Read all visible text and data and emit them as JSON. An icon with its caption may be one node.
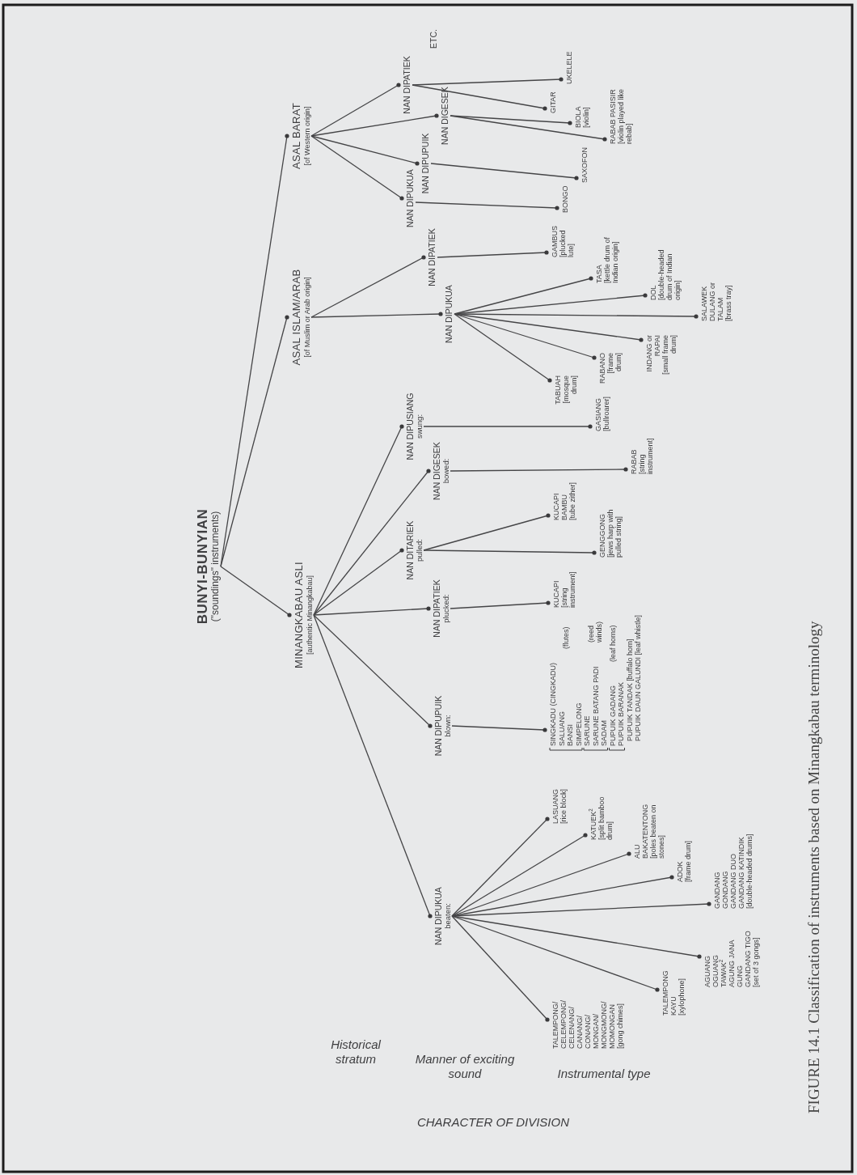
{
  "diagram": {
    "caption": "FIGURE 14.1 Classification of instruments based on Minangkabau terminology",
    "nodes": [
      {
        "text": [
          "BUNYI-BUNYIAN",
          "(\"soundings\" instruments)"
        ]
      },
      {
        "text": [
          "MINANGKABAU ASLI",
          "[authentic Minangkabau]"
        ]
      },
      {
        "text": [
          "ASAL ISLAM/ARAB",
          "[of Muslim or Arab origin]"
        ]
      },
      {
        "text": [
          "ASAL BARAT",
          "[of Western origin]"
        ]
      },
      {
        "text": [
          "NAN DIPUKUA",
          "beaten:"
        ]
      },
      {
        "text": [
          "NAN DIPUPUIK",
          "blown:"
        ]
      },
      {
        "text": [
          "NAN DIPATIEK",
          "plucked:"
        ]
      },
      {
        "text": [
          "NAN DITARIEK",
          "pulled:"
        ]
      },
      {
        "text": [
          "NAN DIGESEK",
          "bowed:"
        ]
      },
      {
        "text": [
          "NAN DIPUSIANG",
          "swung:"
        ]
      },
      {
        "text": [
          "NAN DIPUKUA"
        ]
      },
      {
        "text": [
          "NAN DIPATIEK"
        ]
      },
      {
        "text": [
          "NAN DIPUKUA"
        ]
      },
      {
        "text": [
          "NAN DIPUPUIK"
        ]
      },
      {
        "text": [
          "NAN DIGESEK"
        ]
      },
      {
        "text": [
          "NAN DIPATIEK"
        ]
      },
      {
        "text": [
          "TALEMPONG/ CELEMPONG/ CELENANG/ CANANG/ CONANG/ MONGAN/ MONGMONG/ MOMONGAN",
          "[gong chimes]"
        ]
      },
      {
        "text": [
          "TALEMPONG KAYU",
          "[xylophone]"
        ]
      },
      {
        "text": [
          "AGUANG",
          "OGUANG",
          "TAWAK$^{2}$",
          "AGUNG JANA",
          "GUNG",
          "GANDANG TIGO",
          "[set of 3 gongs]"
        ]
      },
      {
        "text": [
          "GANDANG",
          "GONDANG",
          "GANDANG DUO",
          "GANDANG KATINDIK",
          "[double-headed drums]"
        ]
      },
      {
        "text": [
          "ADOK",
          "[frame drum]"
        ]
      },
      {
        "text": [
          "ALU BAKATENTONG",
          "[poles beaten on stones]"
        ]
      },
      {
        "text": [
          "KATUEK$^{2}$",
          "[split bamboo drum]"
        ]
      },
      {
        "text": [
          "LASUANG",
          "[rice block]"
        ]
      },
      {
        "text": [
          "SINGKADU (CINGKADU)",
          "SALUANG",
          "BANSI",
          "SIMPELONG",
          "(flutes)",
          "SARUNE",
          "SARUNE BATANG PADI",
          "SADAM",
          "(reed winds)",
          "PUPUIK GADANG",
          "PUPUIK BARANAK",
          "(leaf horns)",
          "PUPUIK TANDAK [buffalo horn]",
          "PUPUIK DAUN GALUNDI [leaf whistle]"
        ]
      },
      {
        "text": [
          "KUCAPI",
          "[string instrument]"
        ]
      },
      {
        "text": [
          "KUCAPI BAMBU",
          "[tube zither]"
        ]
      },
      {
        "text": [
          "GENGGONG",
          "[jews harp with pulled string]"
        ]
      },
      {
        "text": [
          "RABAB",
          "[string instrument]"
        ]
      },
      {
        "text": [
          "GASIANG",
          "[bullroarer]"
        ]
      },
      {
        "text": [
          "TABUAH",
          "[mosque drum]"
        ]
      },
      {
        "text": [
          "RABANO",
          "[frame drum]"
        ]
      },
      {
        "text": [
          "INDANG or RAPAI",
          "[small frame drum]"
        ]
      },
      {
        "text": [
          "SALAWEK DULANG or TALAM",
          "[brass tray]"
        ]
      },
      {
        "text": [
          "DOL",
          "[double-headed drum of Indian origin]"
        ]
      },
      {
        "text": [
          "TASA",
          "[kettle drum of Indian origin]"
        ]
      },
      {
        "text": [
          "GAMBUS",
          "[plucked lute]"
        ]
      },
      {
        "text": [
          "BONGO"
        ]
      },
      {
        "text": [
          "SAXOFON"
        ]
      },
      {
        "text": [
          "BIOLA",
          "[violin]"
        ]
      },
      {
        "text": [
          "RABAB PASISIR",
          "[violin played like rebab]"
        ]
      },
      {
        "text": [
          "GITAR"
        ]
      },
      {
        "text": [
          "UKELELE"
        ]
      }
    ],
    "edges": [
      {
        "from": 0,
        "to": 1,
        "arrow": "other"
      },
      {
        "from": 0,
        "to": 2,
        "arrow": "other"
      },
      {
        "from": 0,
        "to": 3,
        "arrow": "other"
      },
      {
        "from": 1,
        "to": 4,
        "arrow": "other"
      },
      {
        "from": 1,
        "to": 5,
        "arrow": "other"
      },
      {
        "from": 1,
        "to": 6,
        "arrow": "other"
      },
      {
        "from": 1,
        "to": 7,
        "arrow": "other"
      },
      {
        "from": 1,
        "to": 8,
        "arrow": "other"
      },
      {
        "from": 1,
        "to": 9,
        "arrow": "other"
      },
      {
        "from": 2,
        "to": 10,
        "arrow": "other"
      },
      {
        "from": 2,
        "to": 11,
        "arrow": "other"
      },
      {
        "from": 3,
        "to": 12,
        "arrow": "other"
      },
      {
        "from": 3,
        "to": 13,
        "arrow": "other"
      },
      {
        "from": 3,
        "to": 14,
        "arrow": "other"
      },
      {
        "from": 3,
        "to": 15,
        "arrow": "other"
      },
      {
        "from": 4,
        "to": 16,
        "arrow": "other"
      },
      {
        "from": 4,
        "to": 17,
        "arrow": "other"
      },
      {
        "from": 4,
        "to": 18,
        "arrow": "other"
      },
      {
        "from": 4,
        "to": 19,
        "arrow": "other"
      },
      {
        "from": 4,
        "to": 20,
        "arrow": "other"
      },
      {
        "from": 4,
        "to": 21,
        "arrow": "other"
      },
      {
        "from": 4,
        "to": 22,
        "arrow": "other"
      },
      {
        "from": 4,
        "to": 23,
        "arrow": "other"
      },
      {
        "from": 5,
        "to": 24,
        "arrow": "other"
      },
      {
        "from": 6,
        "to": 25,
        "arrow": "other"
      },
      {
        "from": 7,
        "to": 26,
        "arrow": "other"
      },
      {
        "from": 7,
        "to": 27,
        "arrow": "other"
      },
      {
        "from": 8,
        "to": 28,
        "arrow": "other"
      },
      {
        "from": 9,
        "to": 29,
        "arrow": "other"
      },
      {
        "from": 10,
        "to": 30,
        "arrow": "other"
      },
      {
        "from": 10,
        "to": 31,
        "arrow": "other"
      },
      {
        "from": 10,
        "to": 32,
        "arrow": "other"
      },
      {
        "from": 10,
        "to": 33,
        "arrow": "other"
      },
      {
        "from": 10,
        "to": 34,
        "arrow": "other"
      },
      {
        "from": 10,
        "to": 35,
        "arrow": "other"
      },
      {
        "from": 11,
        "to": 36,
        "arrow": "other"
      },
      {
        "from": 12,
        "to": 37,
        "arrow": "other"
      },
      {
        "from": 13,
        "to": 38,
        "arrow": "other"
      },
      {
        "from": 14,
        "to": 39,
        "arrow": "other"
      },
      {
        "from": 14,
        "to": 40,
        "arrow": "other"
      },
      {
        "from": 15,
        "to": 41,
        "arrow": "other"
      },
      {
        "from": 15,
        "to": 42,
        "arrow": "other"
      }
    ],
    "labels": [
      "ETC.",
      "Historical stratum",
      "Manner of exciting sound",
      "Instrumental type",
      "CHARACTER OF DIVISION"
    ]
  }
}
